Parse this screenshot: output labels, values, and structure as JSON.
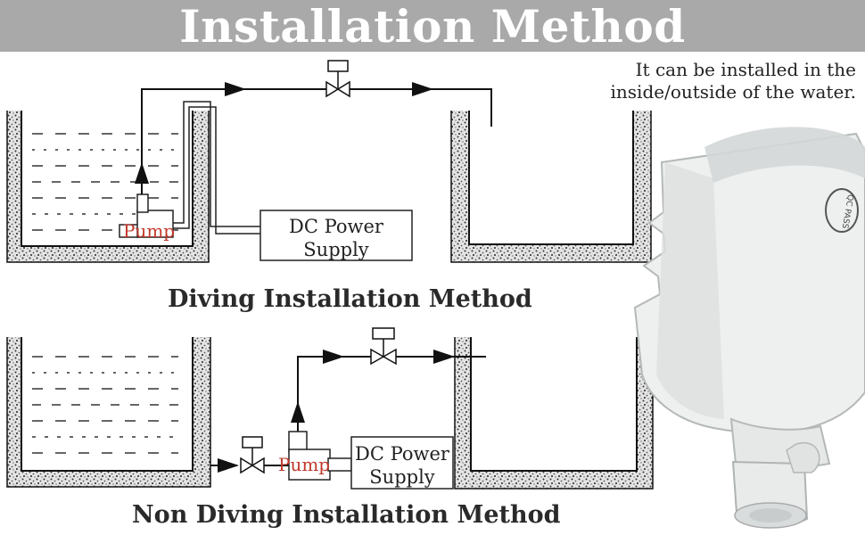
{
  "header": {
    "title": "Installation Method"
  },
  "note": {
    "line1": "It can be installed in the",
    "line2": "inside/outside of the water."
  },
  "diving": {
    "caption": "Diving Installation Method",
    "pump_label": "Pump",
    "power_line1": "DC Power",
    "power_line2": "Supply"
  },
  "non_diving": {
    "caption": "Non Diving Installation Method",
    "pump_label": "Pump",
    "power_line1": "DC Power",
    "power_line2": "Supply"
  },
  "product": {
    "stamp_text": "QC PASS"
  },
  "colors": {
    "banner": "#a9a9a9",
    "pump_text": "#c0392b",
    "product_body": "#eef0f0"
  }
}
